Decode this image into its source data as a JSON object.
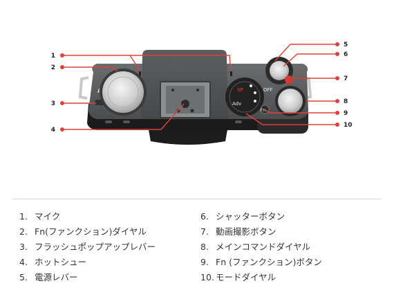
{
  "callouts": [
    {
      "number": "1"
    },
    {
      "number": "2"
    },
    {
      "number": "3"
    },
    {
      "number": "4"
    },
    {
      "number": "5"
    },
    {
      "number": "6"
    },
    {
      "number": "7"
    },
    {
      "number": "8"
    },
    {
      "number": "9"
    },
    {
      "number": "10"
    }
  ],
  "camera_markings": {
    "flash_symbol": "ϟ",
    "off_label": "OFF",
    "fn_label": "Fn",
    "mode_dial_labels": [
      "SP",
      "Adv"
    ]
  },
  "legend": {
    "left": [
      {
        "num": "1.",
        "label": "マイク"
      },
      {
        "num": "2.",
        "label": "Fn(ファンクション)ダイヤル"
      },
      {
        "num": "3.",
        "label": "フラッシュポップアップレバー"
      },
      {
        "num": "4.",
        "label": "ホットシュー"
      },
      {
        "num": "5.",
        "label": "電源レバー"
      }
    ],
    "right": [
      {
        "num": "6.",
        "label": "シャッターボタン"
      },
      {
        "num": "7.",
        "label": "動画撮影ボタン"
      },
      {
        "num": "8.",
        "label": "メインコマンドダイヤル"
      },
      {
        "num": "9.",
        "label": "Fn (ファンクション)ボタン"
      },
      {
        "num": "10.",
        "label": "モードダイヤル"
      }
    ]
  },
  "colors": {
    "callout_red": "#e0403a",
    "body_dark": "#5a5b5d",
    "body_black": "#1e1e1e",
    "legend_text": "#333333"
  }
}
